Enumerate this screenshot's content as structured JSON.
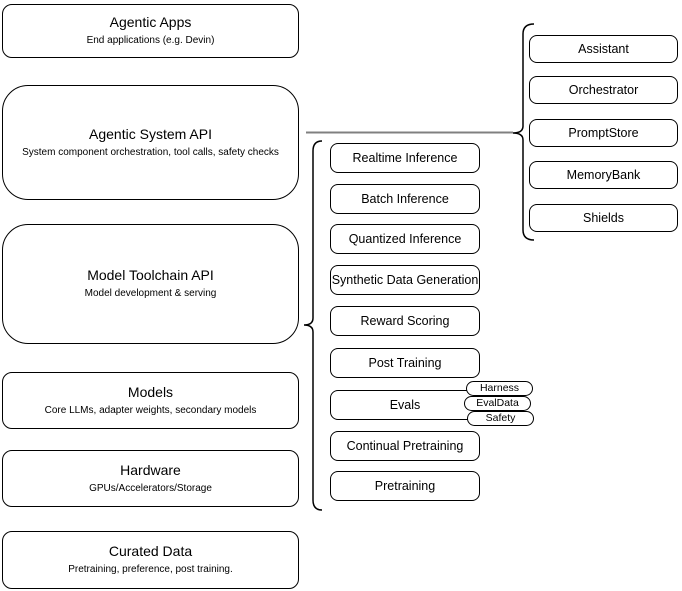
{
  "diagram": {
    "left_stack": [
      {
        "title": "Agentic Apps",
        "subtitle": "End applications (e.g. Devin)"
      },
      {
        "title": "Agentic System API",
        "subtitle": "System component orchestration, tool calls, safety checks"
      },
      {
        "title": "Model Toolchain API",
        "subtitle": "Model development & serving"
      },
      {
        "title": "Models",
        "subtitle": "Core LLMs, adapter weights, secondary models"
      },
      {
        "title": "Hardware",
        "subtitle": "GPUs/Accelerators/Storage"
      },
      {
        "title": "Curated Data",
        "subtitle": "Pretraining, preference, post training."
      }
    ],
    "toolchain_ops": [
      {
        "label": "Realtime Inference"
      },
      {
        "label": "Batch Inference"
      },
      {
        "label": "Quantized Inference"
      },
      {
        "label": "Synthetic Data Generation"
      },
      {
        "label": "Reward Scoring"
      },
      {
        "label": "Post Training"
      },
      {
        "label": "Evals"
      },
      {
        "label": "Continual Pretraining"
      },
      {
        "label": "Pretraining"
      }
    ],
    "eval_pills": [
      {
        "label": "Harness"
      },
      {
        "label": "EvalData"
      },
      {
        "label": "Safety"
      }
    ],
    "system_components": [
      {
        "label": "Assistant"
      },
      {
        "label": "Orchestrator"
      },
      {
        "label": "PromptStore"
      },
      {
        "label": "MemoryBank"
      },
      {
        "label": "Shields"
      }
    ],
    "colors": {
      "background": "#ffffff",
      "node_fill": "#ffffff",
      "border": "#000000",
      "text": "#000000",
      "connector": "#808080"
    }
  }
}
